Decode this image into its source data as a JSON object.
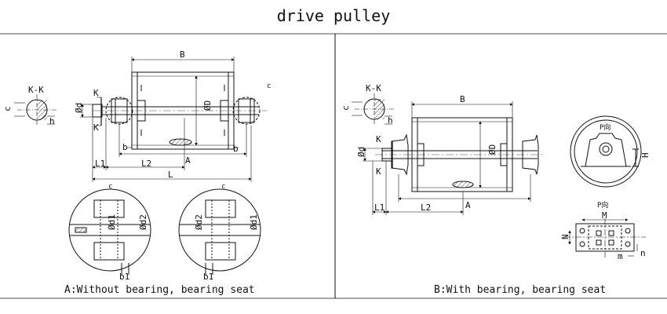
{
  "title": "drive pulley",
  "captions": {
    "a": "A:Without bearing, bearing seat",
    "b": "B:With bearing, bearing seat"
  },
  "labels": {
    "B": "B",
    "A": "A",
    "L": "L",
    "L1": "L1",
    "L2": "L2",
    "b": "b",
    "b1": "b1",
    "h": "h",
    "c": "c",
    "K": "K",
    "KK": "K-K",
    "d": "Ød",
    "D": "ØD",
    "d1": "Ød1",
    "d2": "Ød2",
    "H": "H",
    "N": "N",
    "M": "M",
    "m": "m",
    "n": "n",
    "P": "P向"
  },
  "colors": {
    "line": "#111111",
    "center": "#444444",
    "background": "#ffffff"
  }
}
